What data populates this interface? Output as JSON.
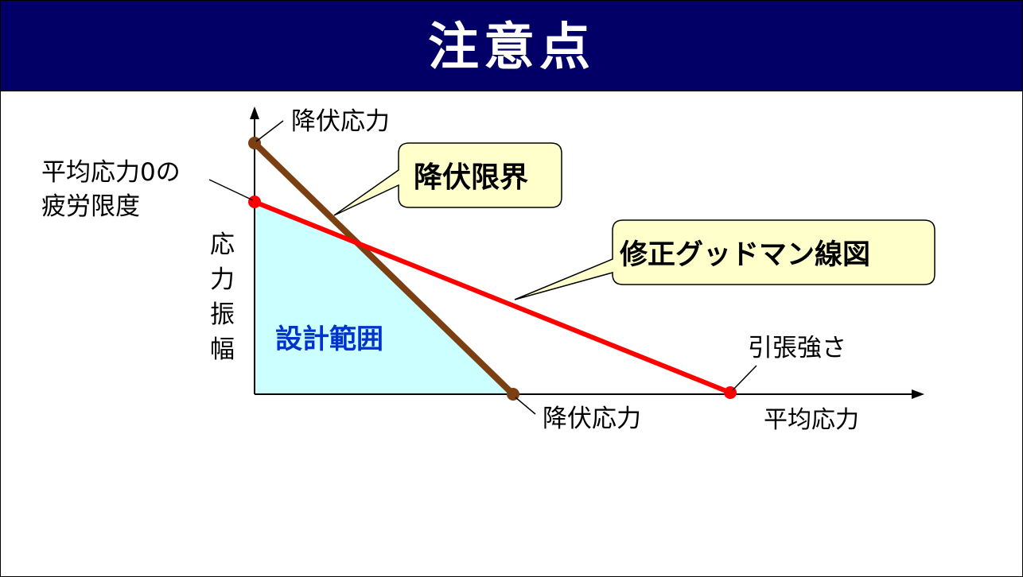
{
  "header": {
    "title": "注意点"
  },
  "axes": {
    "x_label": "平均応力",
    "y_label": [
      "応",
      "力",
      "振",
      "幅"
    ]
  },
  "labels": {
    "yield_stress_top": "降伏応力",
    "yield_stress_bottom": "降伏応力",
    "fatigue_limit": [
      "平均応力0の",
      "疲労限度"
    ],
    "tensile_strength": "引張強さ",
    "design_range": "設計範囲"
  },
  "callouts": {
    "yield_limit": "降伏限界",
    "goodman": "修正グッドマン線図"
  },
  "colors": {
    "header": "#020066",
    "goodman_line": "#ff0000",
    "yield_line": "#7b3f12",
    "design_fill": "#ccffff",
    "design_text": "#0033cc",
    "callout_fill": "#ffffcc"
  },
  "icons": {
    "axis_arrows": "arrow-icon"
  }
}
